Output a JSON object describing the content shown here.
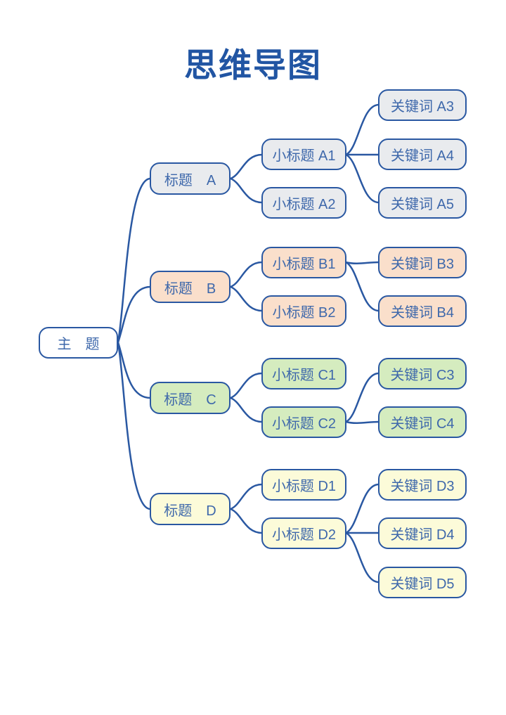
{
  "page": {
    "title": "思维导图"
  },
  "colors": {
    "background": "#ffffff",
    "connector_line": "#2a58a2",
    "node_border": "#2a58a2",
    "node_text": "#3e68ab",
    "page_title_text": "#2155a3",
    "branch_a_fill": "#e9ebee",
    "branch_b_fill": "#fadfcb",
    "branch_c_fill": "#d5ecbf",
    "branch_d_fill": "#fcfbd9",
    "root_fill": "#ffffff"
  },
  "root": {
    "label": "主　题",
    "fill": "#ffffff"
  },
  "branches": [
    {
      "name": "A",
      "fill": "#e9ebee",
      "title": {
        "label": "标题　A"
      },
      "subtitles": [
        {
          "label": "小标题 A1"
        },
        {
          "label": "小标题 A2"
        }
      ],
      "keywords": [
        {
          "label": "关键词 A3"
        },
        {
          "label": "关键词 A4"
        },
        {
          "label": "关键词 A5"
        }
      ],
      "keywords_parent": "小标题 A1"
    },
    {
      "name": "B",
      "fill": "#fadfcb",
      "title": {
        "label": "标题　B"
      },
      "subtitles": [
        {
          "label": "小标题 B1"
        },
        {
          "label": "小标题 B2"
        }
      ],
      "keywords": [
        {
          "label": "关键词 B3"
        },
        {
          "label": "关键词 B4"
        }
      ],
      "keywords_parent": "小标题 B1"
    },
    {
      "name": "C",
      "fill": "#d5ecbf",
      "title": {
        "label": "标题　C"
      },
      "subtitles": [
        {
          "label": "小标题 C1"
        },
        {
          "label": "小标题 C2"
        }
      ],
      "keywords": [
        {
          "label": "关键词 C3"
        },
        {
          "label": "关键词 C4"
        }
      ],
      "keywords_parent": "小标题 C2"
    },
    {
      "name": "D",
      "fill": "#fcfbd9",
      "title": {
        "label": "标题　D"
      },
      "subtitles": [
        {
          "label": "小标题 D1"
        },
        {
          "label": "小标题 D2"
        }
      ],
      "keywords": [
        {
          "label": "关键词 D3"
        },
        {
          "label": "关键词 D4"
        },
        {
          "label": "关键词 D5"
        }
      ],
      "keywords_parent": "小标题 D2"
    }
  ]
}
